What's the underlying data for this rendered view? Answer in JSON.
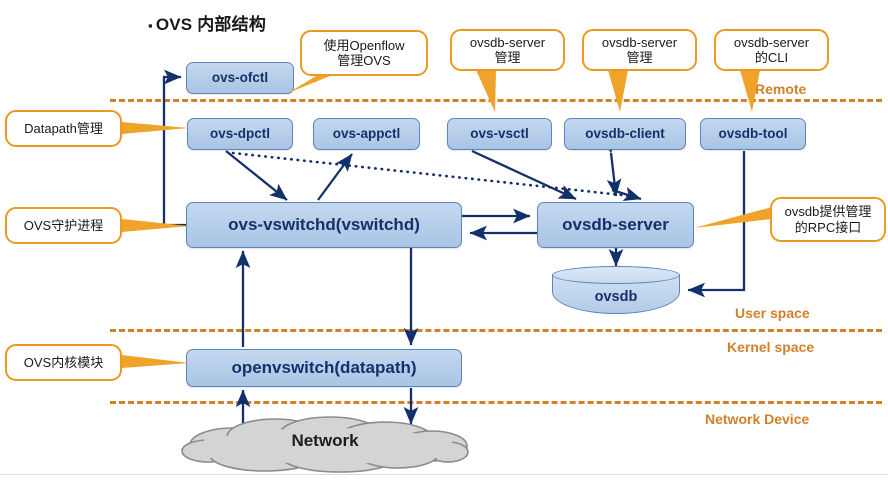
{
  "title": {
    "bullet": "▪",
    "text": "OVS 内部结构"
  },
  "zones": {
    "remote": "Remote",
    "user_space": "User space",
    "kernel_space": "Kernel space",
    "network_device": "Network Device"
  },
  "nodes": {
    "ovs_ofctl": "ovs-ofctl",
    "ovs_dpctl": "ovs-dpctl",
    "ovs_appctl": "ovs-appctl",
    "ovs_vsctl": "ovs-vsctl",
    "ovsdb_client": "ovsdb-client",
    "ovsdb_tool": "ovsdb-tool",
    "ovs_vswitchd": "ovs-vswitchd(vswitchd)",
    "ovsdb_server": "ovsdb-server",
    "ovsdb": "ovsdb",
    "openvswitch": "openvswitch(datapath)",
    "network": "Network"
  },
  "callouts": {
    "openflow": "使用Openflow\n管理OVS",
    "datapath": "Datapath管理",
    "daemon": "OVS守护进程",
    "kernel_module": "OVS内核模块",
    "vsctl_mgmt": "ovsdb-server\n管理",
    "client_mgmt": "ovsdb-server\n管理",
    "tool_cli": "ovsdb-server\n的CLI",
    "rpc": "ovsdb提供管理\n的RPC接口"
  },
  "colors": {
    "accent_orange": "#E89A22",
    "dash_orange": "#D2802A",
    "node_fill": "#b4cde9",
    "node_border": "#5b86bd",
    "node_text": "#16306b",
    "arrow_navy": "#14306b",
    "cloud_fill": "#d4d4d4"
  }
}
